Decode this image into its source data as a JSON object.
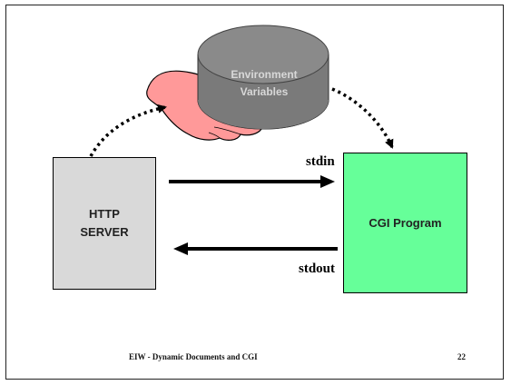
{
  "diagram": {
    "env_label": "Environment\nVariables",
    "server_label": "HTTP\nSERVER",
    "cgi_label": "CGI Program",
    "stdin_label": "stdin",
    "stdout_label": "stdout"
  },
  "footer": {
    "title": "EIW  - Dynamic Documents and CGI",
    "page": "22"
  },
  "colors": {
    "server_fill": "#d9d9d9",
    "cgi_fill": "#66ff99",
    "disk_fill": "#808080",
    "hand_fill": "#ff9999"
  }
}
